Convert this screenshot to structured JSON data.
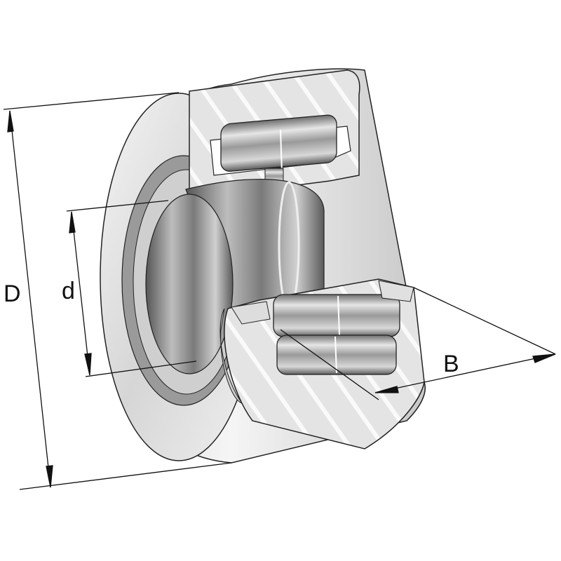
{
  "figure": {
    "subject": "Yoke type track roller (needle roller bearing) cutaway",
    "background": "#ffffff",
    "line_color": "#111111",
    "shade_light": "#e8e8e8",
    "shade_mid": "#b8b8b8",
    "shade_dark": "#6a6a6a"
  },
  "dimensions": {
    "outer_diameter": {
      "label": "D"
    },
    "bore_diameter": {
      "label": "d"
    },
    "width": {
      "label": "B"
    }
  }
}
